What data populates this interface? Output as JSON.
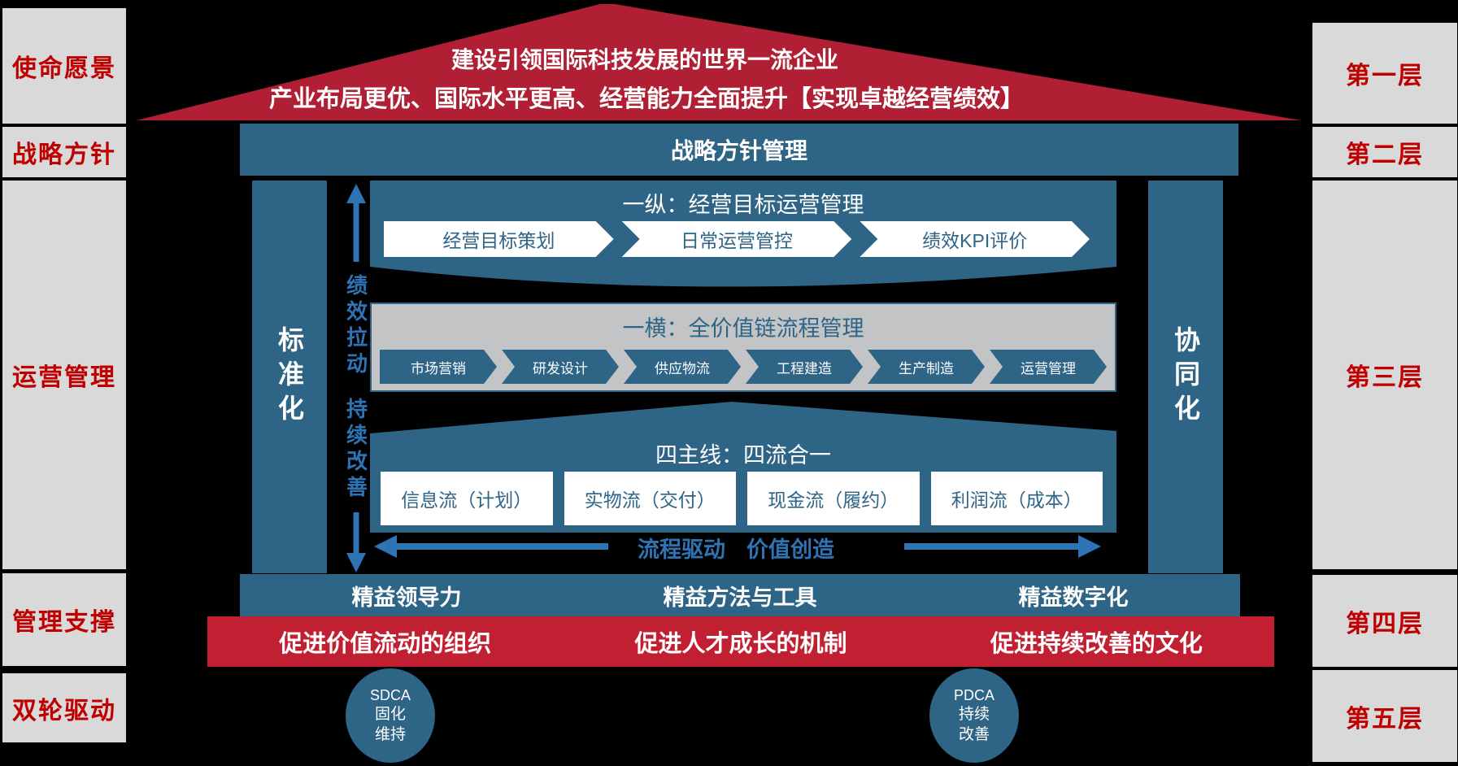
{
  "layers_left": [
    {
      "label": "使命愿景"
    },
    {
      "label": "战略方针"
    },
    {
      "label": "运营管理"
    },
    {
      "label": "管理支撑"
    },
    {
      "label": "双轮驱动"
    }
  ],
  "layers_right": [
    {
      "label": "第一层"
    },
    {
      "label": "第二层"
    },
    {
      "label": "第三层"
    },
    {
      "label": "第四层"
    },
    {
      "label": "第五层"
    }
  ],
  "roof": {
    "line1": "建设引领国际科技发展的世界一流企业",
    "line2": "产业布局更优、国际水平更高、经营能力全面提升【实现卓越经营绩效】"
  },
  "strategy_band": "战略方针管理",
  "pillar_left": "标准化",
  "pillar_right": "协同化",
  "drive_axis": {
    "top": "绩效拉动",
    "bottom": "持续改善"
  },
  "vertical_mgmt": {
    "title": "一纵：经营目标运营管理",
    "steps": [
      "经营目标策划",
      "日常运营管控",
      "绩效KPI评价"
    ]
  },
  "horizontal_mgmt": {
    "title": "一横：全价值链流程管理",
    "steps": [
      "市场营销",
      "研发设计",
      "供应物流",
      "工程建造",
      "生产制造",
      "运营管理"
    ]
  },
  "four_flows": {
    "title": "四主线：四流合一",
    "items": [
      "信息流（计划）",
      "实物流（交付）",
      "现金流（履约）",
      "利润流（成本）"
    ]
  },
  "process_arrow": {
    "left_label": "流程驱动",
    "right_label": "价值创造"
  },
  "lean_band": [
    "精益领导力",
    "精益方法与工具",
    "精益数字化"
  ],
  "culture_band": [
    "促进价值流动的组织",
    "促进人才成长的机制",
    "促进持续改善的文化"
  ],
  "cycles": [
    {
      "line1": "SDCA",
      "line2": "固化",
      "line3": "维持"
    },
    {
      "line1": "PDCA",
      "line2": "持续",
      "line3": "改善"
    }
  ],
  "colors": {
    "steel_blue": "#2e6486",
    "bright_blue": "#2e74b5",
    "roof_red": "#b01f33",
    "band_red": "#c02031",
    "label_red": "#c00000",
    "panel_gray": "#d9d9d9",
    "box_gray": "#c3c4c6"
  }
}
